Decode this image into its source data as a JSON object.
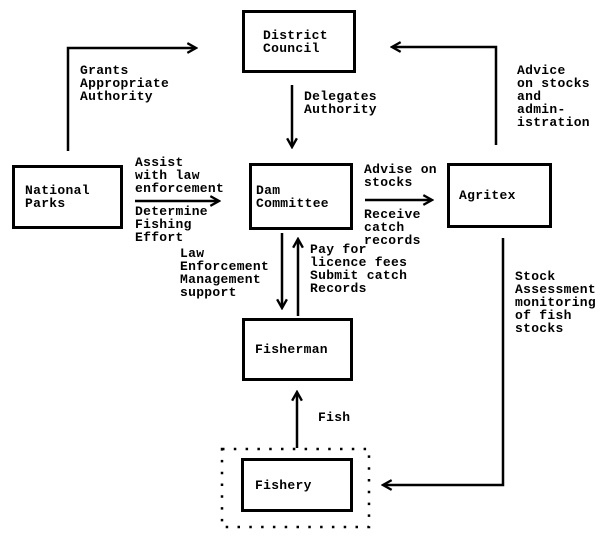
{
  "diagram": {
    "colors": {
      "ink": "#000000",
      "background": "#ffffff"
    },
    "boxes": {
      "district_council": "District\nCouncil",
      "national_parks": "National\nParks",
      "dam_committee": "Dam\nCommittee",
      "agritex": "Agritex",
      "fisherman": "Fisherman",
      "fishery": "Fishery"
    },
    "labels": {
      "grants_authority": "Grants\nAppropriate\nAuthority",
      "delegates_authority": "Delegates\nAuthority",
      "advice_on_stocks": "Advice\non stocks\nand\nadmin-\nistration",
      "assist_law": "Assist\nwith law\nenforcement",
      "determine_fishing": "Determine\nFishing\nEffort",
      "law_enforcement_support": "Law\nEnforcement\nManagement\nsupport",
      "advise_on_stocks": "Advise on\nstocks",
      "receive_catch": "Receive\ncatch\nrecords",
      "pay_fees": "Pay for\nlicence fees\nSubmit catch\nRecords",
      "stock_assessment": "Stock\nAssessment\nmonitoring\nof fish\nstocks",
      "fish": "Fish"
    },
    "edges": [
      {
        "from": "National Parks",
        "to": "District Council",
        "label": "Grants Appropriate Authority"
      },
      {
        "from": "District Council",
        "to": "Dam Committee",
        "label": "Delegates Authority"
      },
      {
        "from": "Agritex",
        "to": "District Council",
        "label": "Advice on stocks and admin-istration"
      },
      {
        "from": "National Parks",
        "to": "Dam Committee",
        "label": "Assist with law enforcement / Determine Fishing Effort"
      },
      {
        "from": "Dam Committee",
        "to": "Agritex",
        "label": "Advise on stocks / Receive catch records"
      },
      {
        "from": "Dam Committee",
        "to": "Fisherman",
        "label": "Law Enforcement Management support"
      },
      {
        "from": "Fisherman",
        "to": "Dam Committee",
        "label": "Pay for licence fees Submit catch Records"
      },
      {
        "from": "Agritex",
        "to": "Fishery",
        "label": "Stock Assessment monitoring of fish stocks"
      },
      {
        "from": "Fishery",
        "to": "Fisherman",
        "label": "Fish"
      }
    ]
  }
}
